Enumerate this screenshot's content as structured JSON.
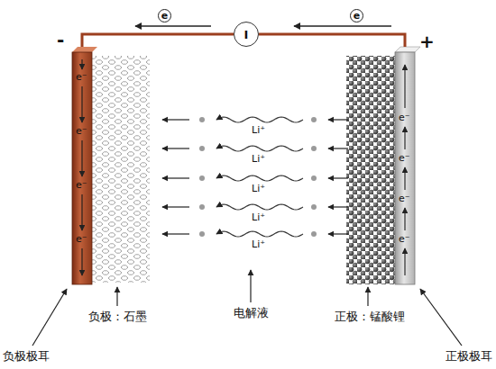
{
  "diagram": {
    "nodes": [
      {
        "text": [
          "-",
          "e⁻",
          "e⁻",
          "e⁻",
          "e⁻"
        ]
      },
      {
        "text": [
          "I"
        ]
      },
      {
        "text": [
          "+",
          "e⁻",
          "e⁻",
          "e⁻",
          "e⁻"
        ]
      }
    ],
    "edges": [
      {
        "from": 1,
        "to": 0,
        "arrow": "none"
      },
      {
        "from": 1,
        "to": 2,
        "arrow": "none"
      }
    ],
    "labels": [
      "e",
      "e",
      "Li⁺",
      "Li⁺",
      "Li⁺",
      "Li⁺",
      "Li⁺",
      "负极：石墨",
      "电解液",
      "正极：锰酸锂",
      "负极极耳",
      "正极极耳"
    ]
  }
}
